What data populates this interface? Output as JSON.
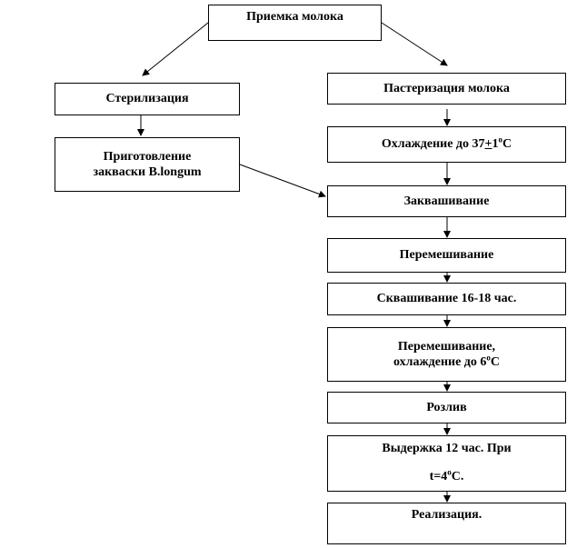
{
  "steps": {
    "receiving": "Приемка молока",
    "sterilization": "Стерилизация",
    "starter_line1": "Приготовление",
    "starter_line2": "закваски B.longum",
    "pasteurization": "Пастеризация молока",
    "cooling_prefix": "Охлаждение до 37",
    "cooling_pm": "+",
    "cooling_value": "1",
    "cooling_deg": "о",
    "cooling_unit": "С",
    "inoculation": "Заквашивание",
    "mixing": "Перемешивание",
    "fermentation": "Сквашивание 16-18 час.",
    "mix_cool_line1": "Перемешивание,",
    "mix_cool_line2_prefix": "охлаждение до 6",
    "mix_cool_deg": "о",
    "mix_cool_unit": "С",
    "bottling": "Розлив",
    "aging_line1": "Выдержка 12 час. При",
    "aging_line2_prefix": "t=4",
    "aging_deg": "о",
    "aging_unit": "С.",
    "sale": "Реализация."
  },
  "colors": {
    "line": "#000000",
    "box_fill": "#ffffff",
    "text": "#000000"
  }
}
